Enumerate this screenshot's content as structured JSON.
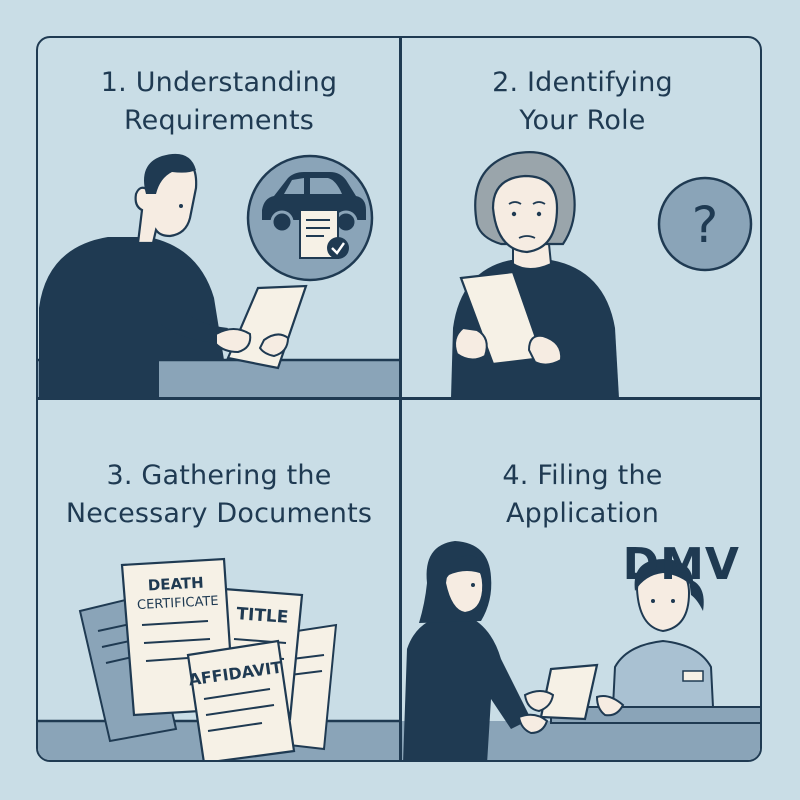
{
  "colors": {
    "background": "#c9dde6",
    "ink": "#1f3a52",
    "paper": "#f6f1e6",
    "desk": "#8aa4b8",
    "hair_gray": "#9aa5ab",
    "skin": "#f6ece2"
  },
  "panels": [
    {
      "title_line1": "1. Understanding",
      "title_line2": "Requirements",
      "icon": "car-document-check-icon"
    },
    {
      "title_line1": "2. Identifying",
      "title_line2": "Your Role",
      "icon": "question-mark-icon",
      "icon_text": "?"
    },
    {
      "title_line1": "3. Gathering the",
      "title_line2": "Necessary Documents",
      "documents": {
        "death_line1": "DEATH",
        "death_line2": "CERTIFICATE",
        "title": "TITLE",
        "affidavit": "AFFIDAVIT"
      }
    },
    {
      "title_line1": "4. Filing the",
      "title_line2": "Application",
      "sign": "DMV"
    }
  ]
}
